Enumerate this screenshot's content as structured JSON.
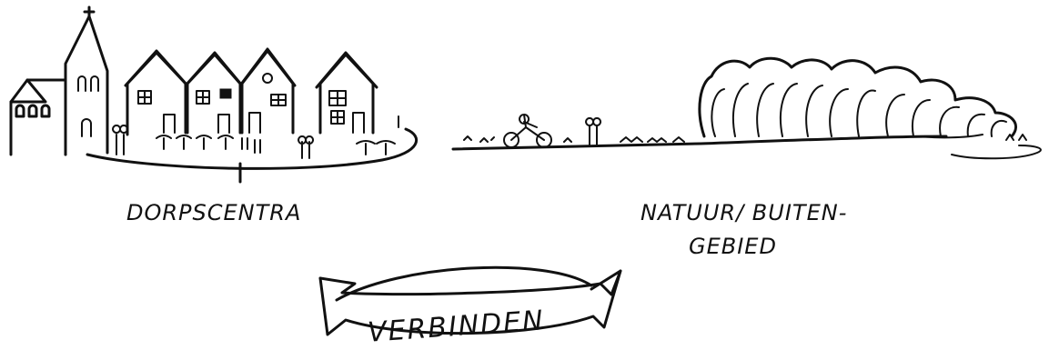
{
  "labels": {
    "village": "DORPSCENTRA",
    "nature_line1": "NATUUR/ BUITEN-",
    "nature_line2": "GEBIED",
    "connect": "VERBINDEN"
  },
  "colors": {
    "ink": "#111111",
    "background": "#ffffff"
  },
  "icons": {
    "connect_arrow": "double-headed-curved-arrow"
  }
}
